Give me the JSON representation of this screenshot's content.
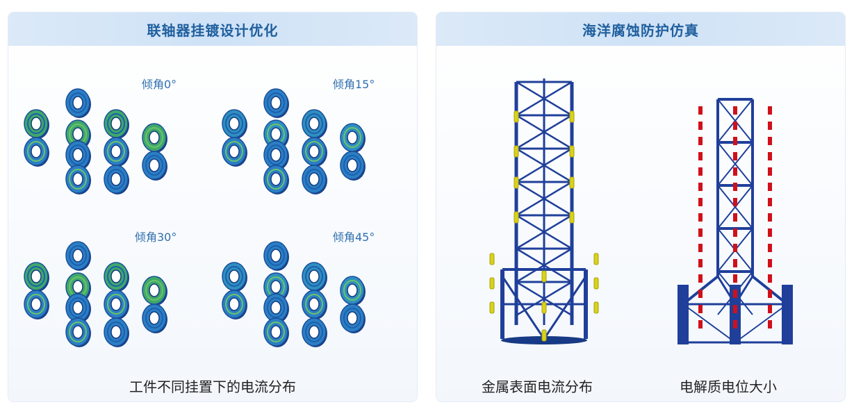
{
  "left_panel": {
    "title": "联轴器挂镀设计优化",
    "angles": [
      "倾角0°",
      "倾角15°",
      "倾角30°",
      "倾角45°"
    ],
    "caption": "工件不同挂置下的电流分布"
  },
  "right_panel": {
    "title": "海洋腐蚀防护仿真",
    "caption_left": "金属表面电流分布",
    "caption_right": "电解质电位大小"
  },
  "colors": {
    "header_text": "#1f5f9e",
    "steel_blue": "#1f3f9a",
    "ring_green": "#3fa86a",
    "anode_yellow": "#d8d21a",
    "anode_red": "#d0101a"
  }
}
